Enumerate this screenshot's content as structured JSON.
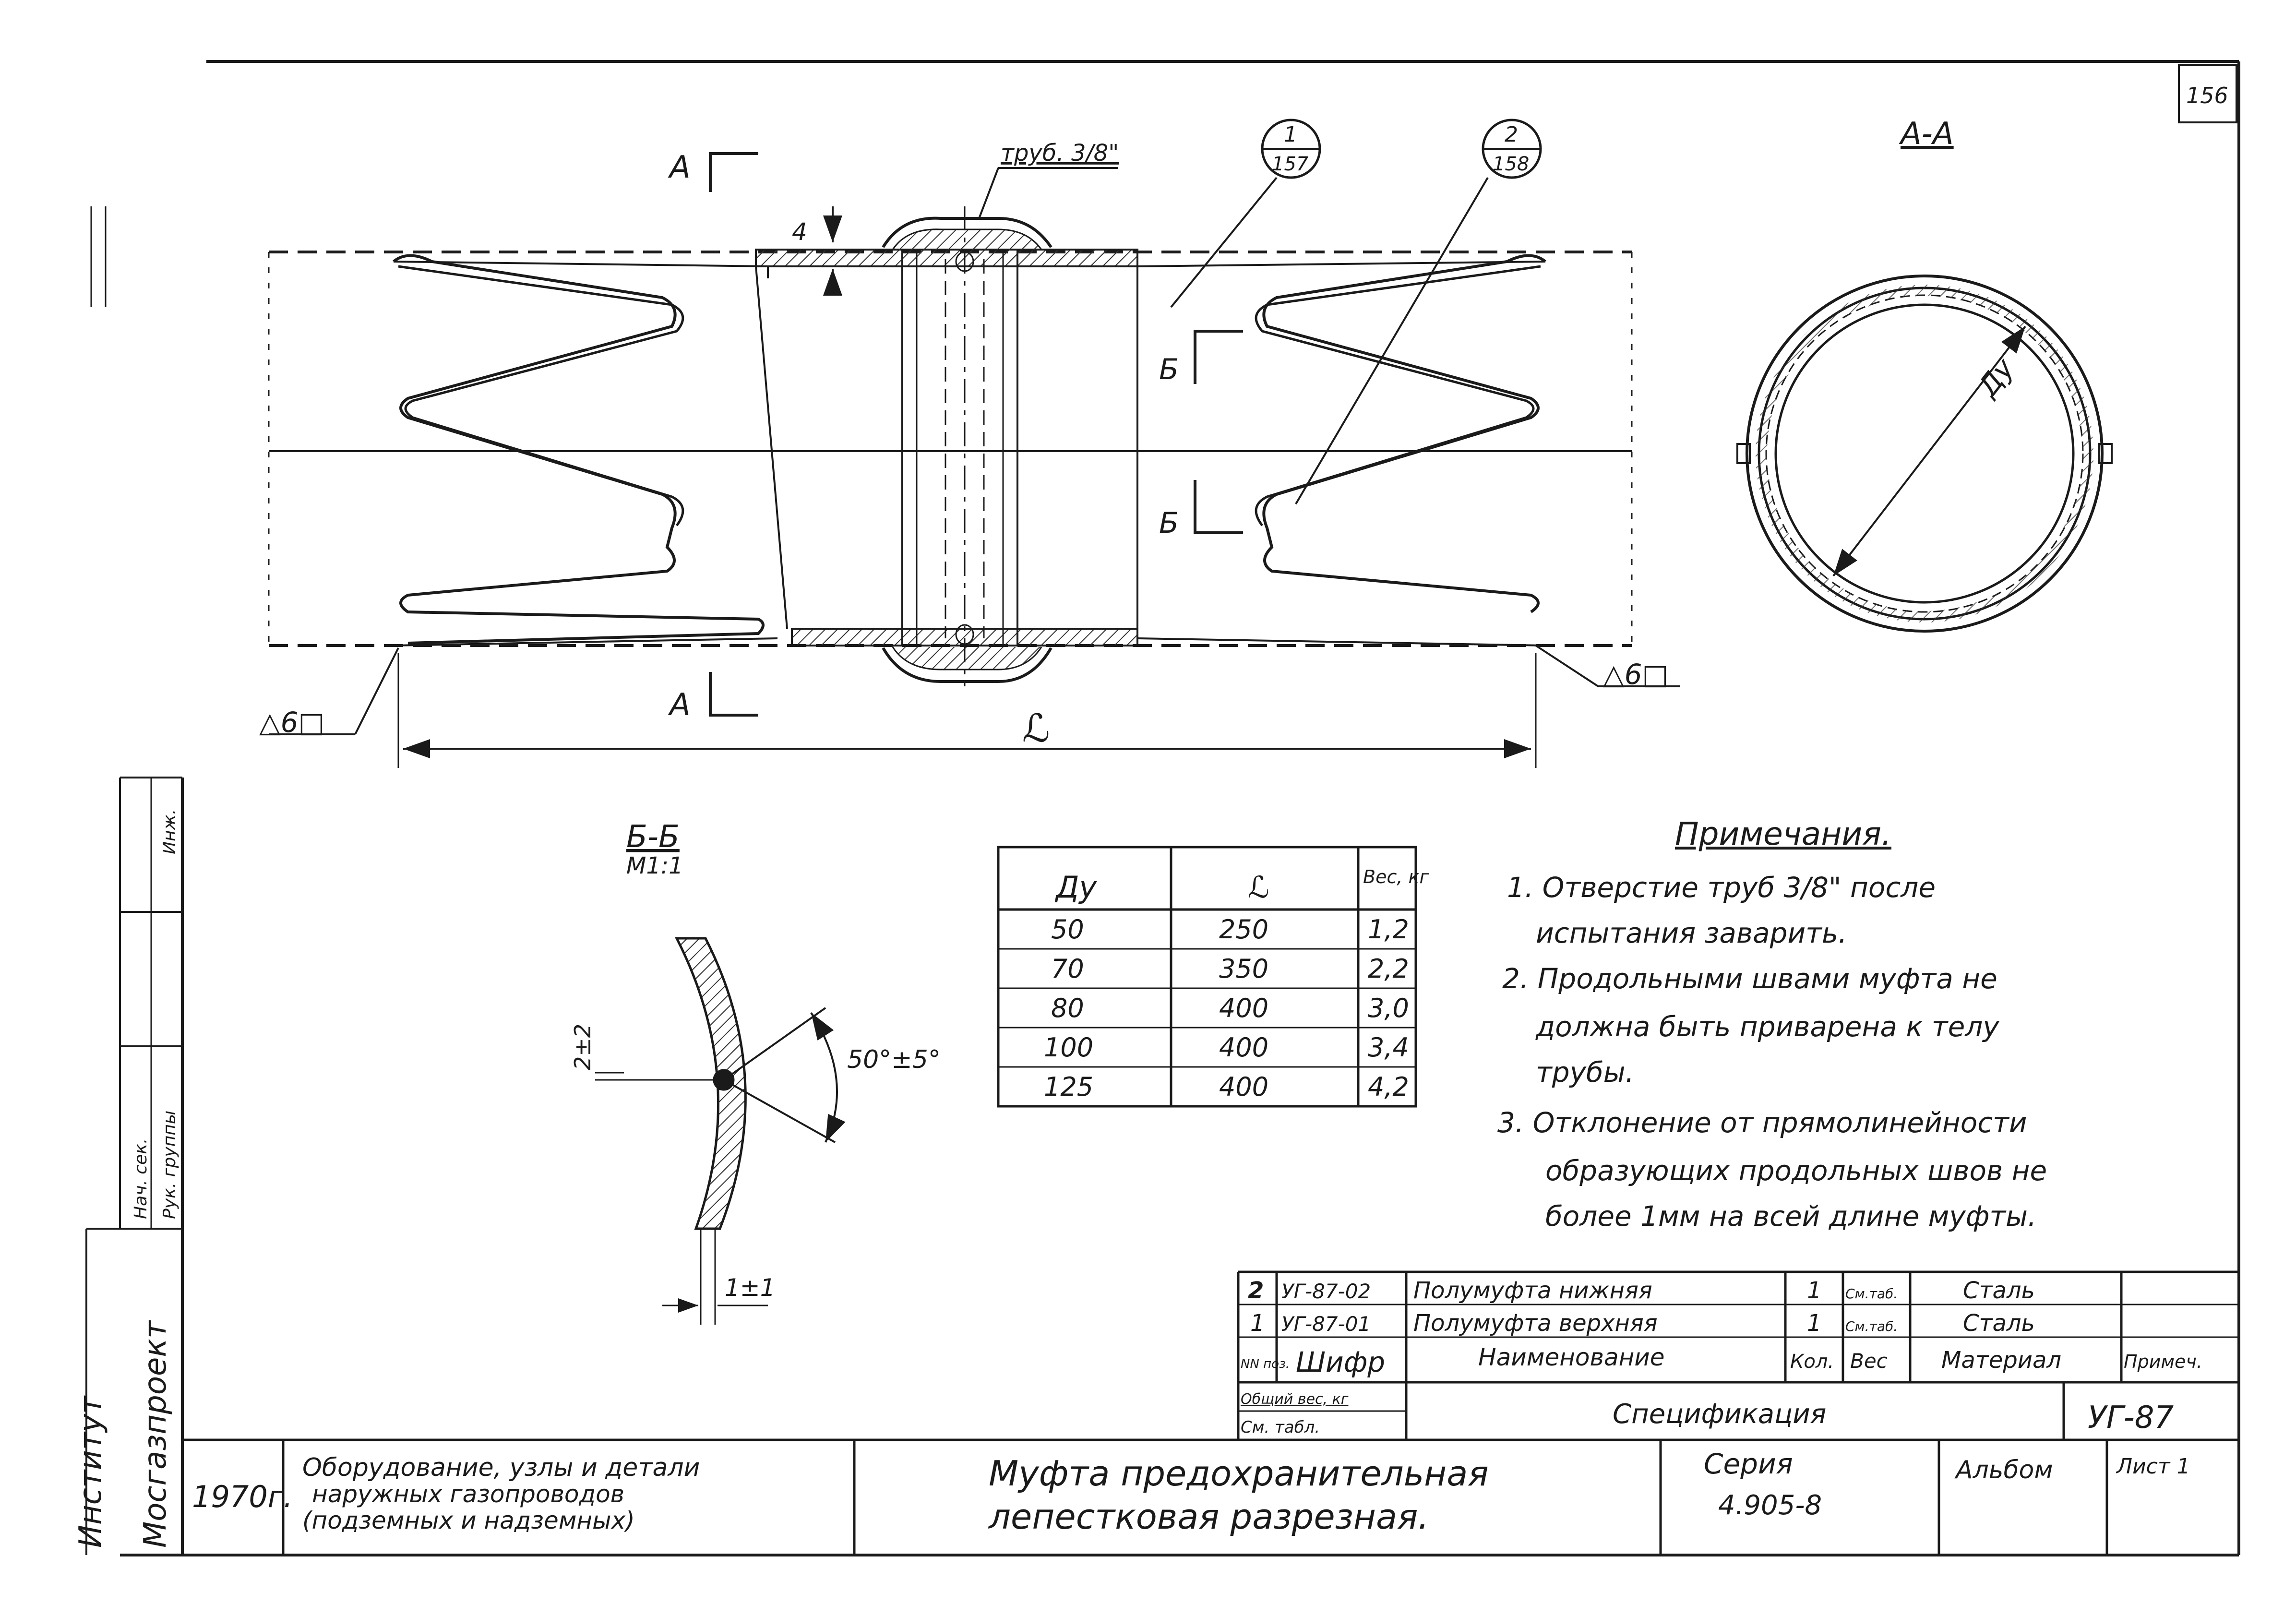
{
  "sheet_number": "156",
  "drawing": {
    "section_a_left_top": "А",
    "section_a_left_bottom": "А",
    "pipe_callout": "труб. 3/8\"",
    "thickness_label": "4",
    "callout_1": {
      "top": "1",
      "bottom": "157"
    },
    "callout_2": {
      "top": "2",
      "bottom": "158"
    },
    "section_b_top": "Б",
    "section_b_bottom": "Б",
    "weld_left": "△6□",
    "weld_right": "△6□",
    "length_symbol": "ℒ"
  },
  "section_aa": {
    "title": "А-А",
    "diameter_label": "Ду"
  },
  "section_bb": {
    "title": "Б-Б",
    "scale": "М1:1",
    "gap_label": "2±2",
    "angle_label": "50°±5°",
    "offset_label": "1±1"
  },
  "dim_table": {
    "headers": [
      "Ду",
      "ℒ",
      "Вес, кг"
    ],
    "rows": [
      [
        "50",
        "250",
        "1,2"
      ],
      [
        "70",
        "350",
        "2,2"
      ],
      [
        "80",
        "400",
        "3,0"
      ],
      [
        "100",
        "400",
        "3,4"
      ],
      [
        "125",
        "400",
        "4,2"
      ]
    ]
  },
  "notes": {
    "title": "Примечания.",
    "lines": [
      "1. Отверстие труб 3/8\" после",
      "испытания заварить.",
      "2. Продольными швами муфта не",
      "должна быть приварена к телу",
      "трубы.",
      "3. Отклонение от прямолинейности",
      "образующих продольных швов не",
      "более 1мм на всей длине муфты."
    ]
  },
  "spec": {
    "rows": [
      {
        "pos": "2",
        "code": "УГ-87-02",
        "name": "Полумуфта нижняя",
        "qty": "1",
        "weight": "См.таб.",
        "material": "Сталь",
        "note": ""
      },
      {
        "pos": "1",
        "code": "УГ-87-01",
        "name": "Полумуфта верхняя",
        "qty": "1",
        "weight": "См.таб.",
        "material": "Сталь",
        "note": ""
      }
    ],
    "header": {
      "pos": "NN поз.",
      "code": "Шифр",
      "name": "Наименование",
      "qty": "Кол.",
      "weight": "Вес",
      "material": "Материал",
      "note": "Примеч."
    },
    "total_weight_1": "Общий вес, кг",
    "total_weight_2": "См. табл.",
    "title": "Спецификация",
    "doc_code": "УГ-87"
  },
  "title_block": {
    "year": "1970г.",
    "album_title_1": "Оборудование, узлы и детали",
    "album_title_2": "наружных газопроводов",
    "album_title_3": "(подземных и надземных)",
    "item_title_1": "Муфта предохранительная",
    "item_title_2": "лепестковая разрезная.",
    "series_label": "Серия",
    "series_value": "4.905-8",
    "album_label": "Альбом",
    "sheet_label": "Лист 1"
  },
  "side_stamp": {
    "institute_1": "Институт",
    "institute_2": "Мосгазпроект",
    "role_1": "Нач. сек.",
    "role_2": "Рук. группы",
    "role_3": "Инж."
  }
}
